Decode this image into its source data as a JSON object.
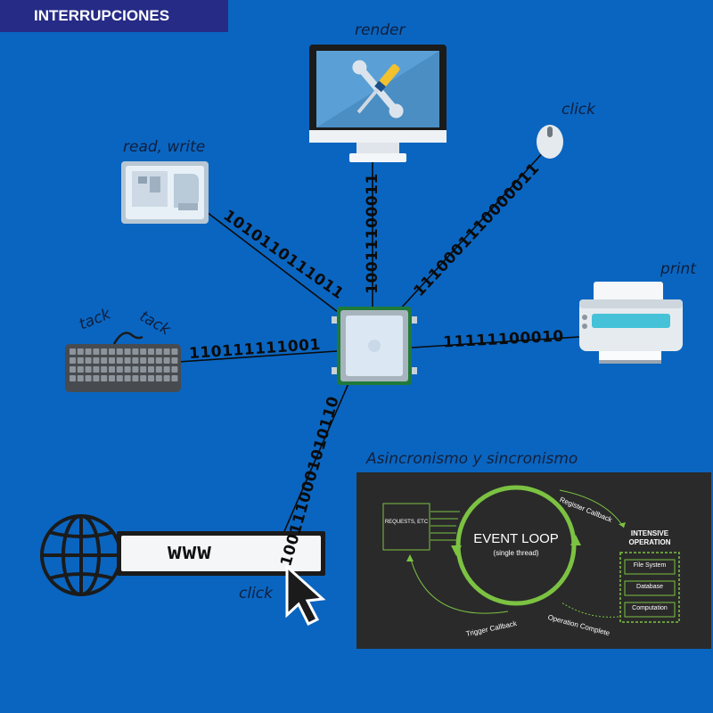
{
  "title": "INTERRUPCIONES",
  "devices": {
    "monitor": {
      "caption": "render"
    },
    "hard_disk": {
      "caption": "read, write"
    },
    "mouse": {
      "caption": "click"
    },
    "printer": {
      "caption": "print"
    },
    "keyboard": {
      "caption_1": "tack",
      "caption_2": "tack"
    },
    "browser": {
      "url_text": "www",
      "caption": "click"
    }
  },
  "signals": {
    "disk": "1010110111011",
    "monitor": "10011100011",
    "mouse": "1110001110000011",
    "printer": "11111100010",
    "keyboard": "110111111001",
    "browser": "1001110001010110"
  },
  "event_loop": {
    "caption": "Asincronismo y sincronismo",
    "requests_label": "REQUESTS, ETC",
    "loop_title": "EVENT LOOP",
    "loop_subtitle": "(single thread)",
    "register_callback": "Register Callback",
    "intensive_operation": "INTENSIVE OPERATION",
    "operations": [
      "File System",
      "Database",
      "Computation"
    ],
    "operation_complete": "Operation Complete",
    "trigger_callback": "Trigger Callback"
  }
}
